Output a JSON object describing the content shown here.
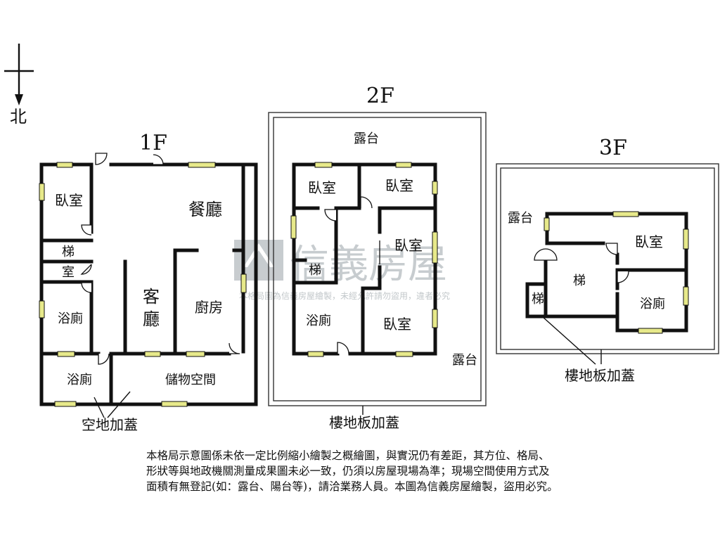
{
  "compass": {
    "north_label": "北"
  },
  "floors": {
    "f1": {
      "title": "1F",
      "rooms": {
        "bedroom": "臥室",
        "dining": "餐廳",
        "stairs": "梯",
        "room": "室",
        "living_1": "客",
        "living_2": "廳",
        "kitchen": "廚房",
        "bath_upper": "浴廁",
        "bath_lower": "浴廁",
        "storage": "儲物空間"
      },
      "annotation": "空地加蓋"
    },
    "f2": {
      "title": "2F",
      "rooms": {
        "balcony_top": "露台",
        "bedroom_a": "臥室",
        "bedroom_b": "臥室",
        "bedroom_c": "臥室",
        "stairs": "梯",
        "bath": "浴廁",
        "bedroom_d": "臥室",
        "balcony_bottom": "露台"
      },
      "annotation": "樓地板加蓋"
    },
    "f3": {
      "title": "3F",
      "rooms": {
        "balcony": "露台",
        "bedroom": "臥室",
        "stairs_main": "梯",
        "stairs_small": "梯",
        "bath": "浴廁"
      },
      "annotation": "樓地板加蓋"
    }
  },
  "watermark": {
    "brand": "信義房屋",
    "notice": "本格局圖為信義房屋繪製，未經允許請勿盜用，違者必究"
  },
  "disclaimer": [
    "本格局示意圖係未依一定比例縮小繪製之概繪圖，與實況仍有差距，其方位、格局、",
    "形狀等與地政機關測量成果圖未必一致，仍須以房屋現場為準；現場空間使用方式及",
    "面積有無登記(如：露台、陽台等)，請洽業務人員。本圖為信義房屋繪製，盜用必究。"
  ]
}
